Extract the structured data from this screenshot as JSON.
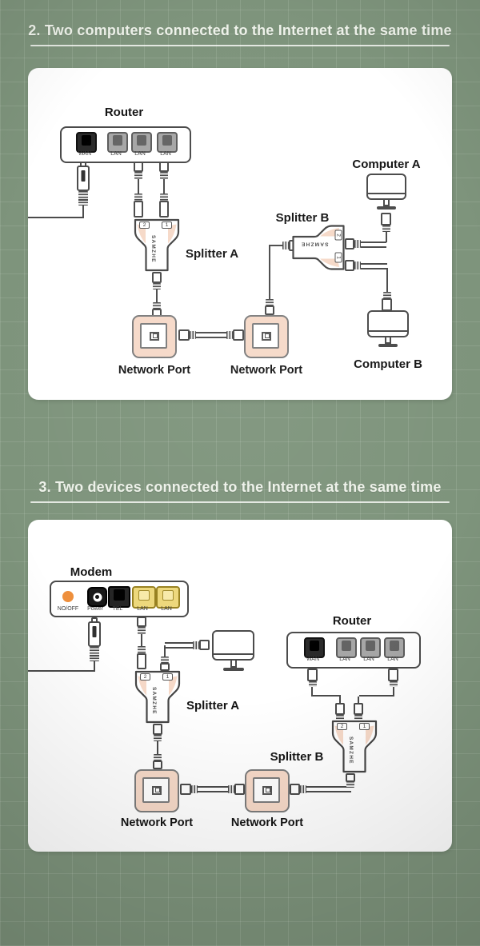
{
  "shared": {
    "brand": "SAMZHE",
    "port1": "1",
    "port2": "2"
  },
  "colors": {
    "background_green": "#7e947c",
    "panel_white": "#ffffff",
    "peach_accent": "#f6d9c8",
    "lan_yellow": "#edd87b",
    "led_orange": "#ee8f3c",
    "outline_gray": "#4a4a4a",
    "title_white": "#eef2ea"
  },
  "s2": {
    "title": "2. Two computers connected to the Internet at the same time",
    "router": {
      "label": "Router",
      "ports": [
        "WAN",
        "LAN",
        "LAN",
        "LAN"
      ]
    },
    "splitter_a": "Splitter A",
    "splitter_b": "Splitter B",
    "computer_a": "Computer A",
    "computer_b": "Computer B",
    "network_port_left": "Network Port",
    "network_port_right": "Network Port"
  },
  "s3": {
    "title": "3. Two devices connected to the Internet at the same time",
    "modem": {
      "label": "Modem",
      "ports": [
        "NO/OFF",
        "Power",
        "TEL",
        "LAN",
        "LAN"
      ]
    },
    "router": {
      "label": "Router",
      "ports": [
        "WAN",
        "LAN",
        "LAN",
        "LAN"
      ]
    },
    "splitter_a": "Splitter A",
    "splitter_b": "Splitter B",
    "network_port_left": "Network Port",
    "network_port_right": "Network Port"
  }
}
